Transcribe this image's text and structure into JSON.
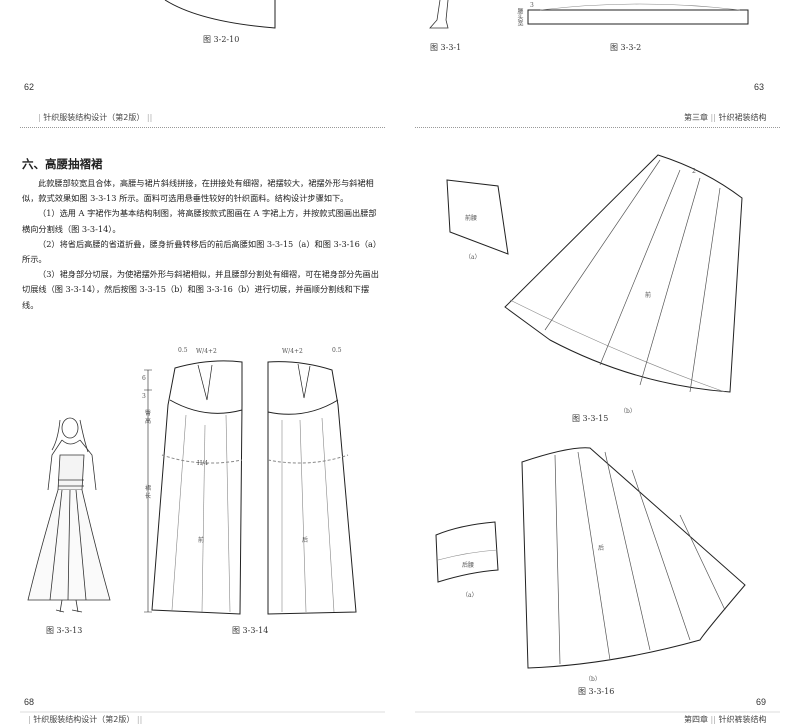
{
  "top": {
    "fig_3_2_10": "图 3-2-10",
    "fig_3_3_1": "图 3-3-1",
    "fig_3_3_2": "图 3-3-2",
    "waist_band_label": "腰头宽",
    "waist_dim": "3",
    "page_left": "62",
    "page_right": "63"
  },
  "header_left": {
    "book": "针织服装结构设计（第2版）"
  },
  "header_right": {
    "chapter": "第三章",
    "section": "针织裙装结构"
  },
  "left": {
    "section_title": "六、高腰抽褶裙",
    "paragraphs": [
      "此款腰部较宽且合体，高腰与裙片斜线拼接，在拼接处有细褶，裙摆较大，裙摆外形与斜裙相似，款式效果如图 3-3-13 所示。面料可选用悬垂性较好的针织面料。结构设计步骤如下。",
      "（1）选用 A 字裙作为基本结构制图，将高腰按款式图画在 A 字裙上方，并按款式图画出腰部横向分割线（图 3-3-14）。",
      "（2）将省后高腰的省道折叠，腰身折叠转移后的前后高腰如图 3-3-15（a）和图 3-3-16（a）所示。",
      "（3）裙身部分切展，为使裙摆外形与斜裙相似，并且腰部分割处有细褶，可在裙身部分先画出切展线（图 3-3-14），然后按图 3-3-15（b）和图 3-3-16（b）进行切展，并画顺分割线和下摆线。"
    ],
    "fig_3_3_13": "图 3-3-13",
    "fig_3_3_14": "图 3-3-14",
    "page_num": "68",
    "footer": "针织服装结构设计（第2版）"
  },
  "pattern": {
    "dim_05_left": "0.5",
    "dim_05_right": "0.5",
    "w4_left": "W/4+2",
    "w4_right": "W/4+2",
    "dim_6": "6",
    "dim_3": "3",
    "label_waist_height": "臀高",
    "label_skirt_len": "裙长",
    "h4": "H/4",
    "front": "前",
    "back": "后"
  },
  "right": {
    "front_waist": "前腰",
    "back_waist": "后腰",
    "front": "前",
    "back": "后",
    "sub_a1": "（a）",
    "sub_b1": "（b）",
    "sub_a2": "（a）",
    "sub_b2": "（b）",
    "two": "2",
    "fig_3_3_15": "图 3-3-15",
    "fig_3_3_16": "图 3-3-16",
    "page_num": "69",
    "footer_chapter": "第四章",
    "footer_section": "针织裤装结构"
  }
}
